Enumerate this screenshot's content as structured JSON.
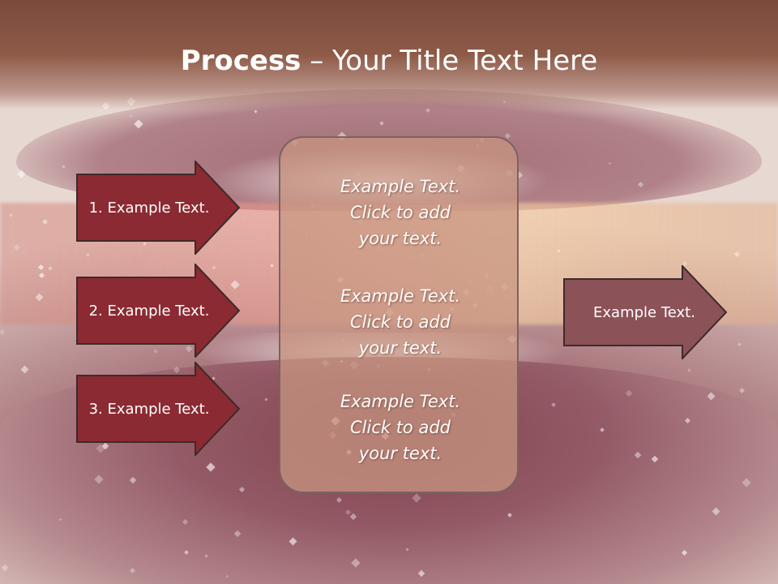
{
  "title": {
    "bold": "Process",
    "rest": " – Your Title Text Here"
  },
  "left_arrows": [
    {
      "label": "1. Example Text."
    },
    {
      "label": "2. Example Text."
    },
    {
      "label": "3. Example Text."
    }
  ],
  "center_box": {
    "items": [
      {
        "line1": "Example Text.",
        "line2": "Click  to add",
        "line3": "your text."
      },
      {
        "line1": "Example Text.",
        "line2": "Click  to add",
        "line3": "your text."
      },
      {
        "line1": "Example Text.",
        "line2": "Click  to add",
        "line3": "your text."
      }
    ]
  },
  "right_arrow": {
    "label": "Example Text."
  },
  "colors": {
    "title_bar": "#8e5a48",
    "arrow_fill": "#8b2a32",
    "right_arrow_fill": "#8b5258",
    "center_box_fill": "#c8967f"
  }
}
